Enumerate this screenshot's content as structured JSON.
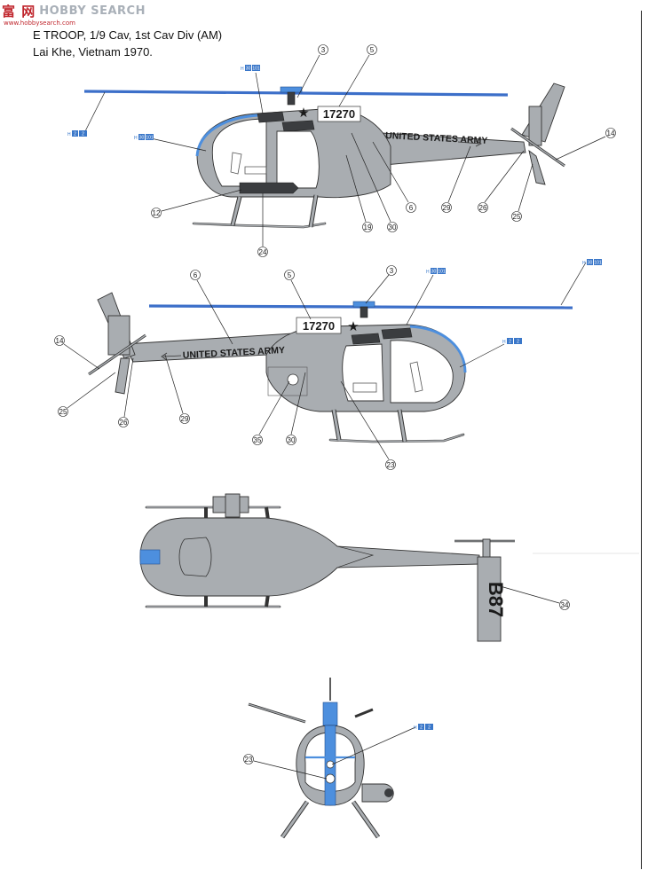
{
  "watermark": {
    "logo": "富 网",
    "search": "HOBBY SEARCH",
    "url": "www.hobbysearch.com"
  },
  "caption": {
    "line1": "E TROOP, 1/9 Cav, 1st Cav Div (AM)",
    "line2": "Lai Khe, Vietnam 1970."
  },
  "markings": {
    "serial": "17270",
    "army": "UNITED STATES ARMY",
    "tail_code": "B87"
  },
  "paint_refs": {
    "h_prefix": "H",
    "a": {
      "num": "30",
      "code": "101"
    },
    "b": {
      "num": "2",
      "code": "2"
    },
    "c": {
      "num": "30",
      "code": "101"
    },
    "d": {
      "num": "30",
      "code": "101"
    },
    "e": {
      "num": "2",
      "code": "2"
    },
    "f": {
      "num": "2",
      "code": "2"
    }
  },
  "callouts": {
    "side1": [
      "3",
      "5",
      "14",
      "6",
      "29",
      "26",
      "25",
      "12",
      "19",
      "30",
      "24"
    ],
    "side2": [
      "6",
      "5",
      "3",
      "14",
      "25",
      "26",
      "29",
      "35",
      "30",
      "23"
    ],
    "top": [
      "34"
    ],
    "front": [
      "23"
    ]
  },
  "colors": {
    "fuselage": "#a9adb1",
    "rotor": "#3c6fc9",
    "canopy_frame": "#4d8fde",
    "dark": "#3b3d40",
    "paint_ref": "#3a77c9"
  }
}
